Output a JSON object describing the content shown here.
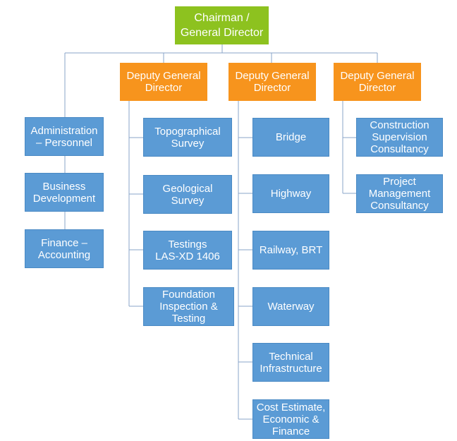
{
  "chairman": "Chairman /\nGeneral Director",
  "deputies": [
    "Deputy General\nDirector",
    "Deputy General\nDirector",
    "Deputy General\nDirector"
  ],
  "admin_units": [
    "Administration\n– Personnel",
    "Business\nDevelopment",
    "Finance –\nAccounting"
  ],
  "deputy1_units": [
    "Topographical\nSurvey",
    "Geological\nSurvey",
    "Testings\nLAS-XD 1406",
    "Foundation\nInspection &\nTesting"
  ],
  "deputy2_units": [
    "Bridge",
    "Highway",
    "Railway, BRT",
    "Waterway",
    "Technical\nInfrastructure",
    "Cost Estimate,\nEconomic &\nFinance"
  ],
  "deputy3_units": [
    "Construction\nSupervision\nConsultancy",
    "Project\nManagement\nConsultancy"
  ],
  "colors": {
    "chairman": "#8dc21f",
    "deputy": "#f7941d",
    "unit": "#5b9bd5",
    "line": "#8aa4c8"
  }
}
